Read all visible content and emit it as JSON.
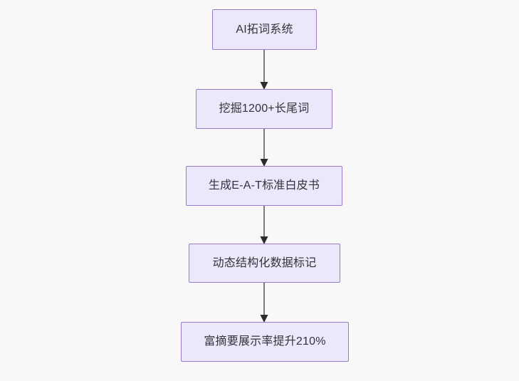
{
  "diagram": {
    "type": "flowchart",
    "direction": "top-to-bottom",
    "background_color": "#f8f8f9",
    "node_fill_color": "#ebe8fc",
    "node_border_color": "#9a7ad1",
    "node_text_color": "#333338",
    "edge_line_color": "#7d7d7d",
    "edge_arrow_color": "#2b2b2b",
    "nodes": [
      {
        "id": "n1",
        "label": "AI拓词系统"
      },
      {
        "id": "n2",
        "label": "挖掘1200+长尾词"
      },
      {
        "id": "n3",
        "label": "生成E-A-T标准白皮书"
      },
      {
        "id": "n4",
        "label": "动态结构化数据标记"
      },
      {
        "id": "n5",
        "label": "富摘要展示率提升210%"
      }
    ],
    "edges": [
      {
        "id": "e1",
        "from": "n1",
        "to": "n2",
        "label": ""
      },
      {
        "id": "e2",
        "from": "n2",
        "to": "n3",
        "label": ""
      },
      {
        "id": "e3",
        "from": "n3",
        "to": "n4",
        "label": ""
      },
      {
        "id": "e4",
        "from": "n4",
        "to": "n5",
        "label": ""
      }
    ]
  }
}
